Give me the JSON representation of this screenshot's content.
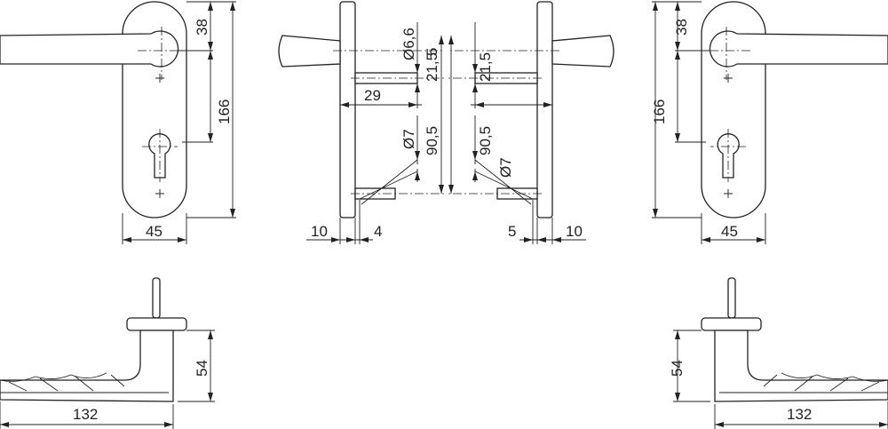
{
  "front_left": {
    "dim_top": "38",
    "dim_height": "166",
    "dim_width": "45"
  },
  "side_left": {
    "spindle_dia": "Ø6,6",
    "offset": "5",
    "spacing_top": "21,5",
    "pin_length": "29",
    "screw_dia": "Ø7",
    "spacing": "90,5",
    "plate_thickness": "10",
    "rosette": "4"
  },
  "side_right": {
    "spacing_top": "21,5",
    "spacing": "90,5",
    "screw_dia": "Ø7",
    "rosette": "5",
    "plate_thickness": "10"
  },
  "front_right": {
    "dim_top": "38",
    "dim_height": "166",
    "dim_width": "45"
  },
  "bottom_left": {
    "projection": "54",
    "length": "132"
  },
  "bottom_right": {
    "projection": "54",
    "length": "132"
  }
}
